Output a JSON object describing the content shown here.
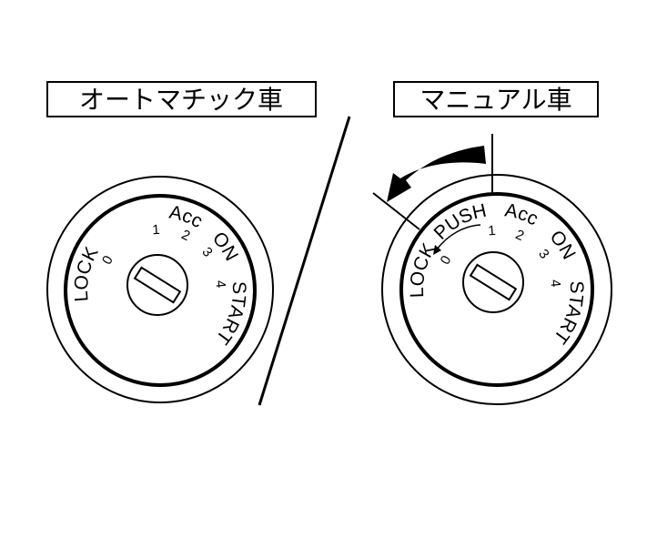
{
  "left_panel": {
    "title": "オートマチック車",
    "dial": {
      "lock": "LOCK",
      "acc": "Acc",
      "on": "ON",
      "start": "START",
      "numbers": [
        "0",
        "1",
        "2",
        "3",
        "4"
      ]
    }
  },
  "right_panel": {
    "title": "マニュアル車",
    "dial": {
      "lock": "LOCK",
      "push": "PUSH",
      "acc": "Acc",
      "on": "ON",
      "start": "START",
      "numbers": [
        "0",
        "1",
        "2",
        "3",
        "4"
      ]
    }
  },
  "colors": {
    "ink": "#000000",
    "background": "#ffffff"
  }
}
